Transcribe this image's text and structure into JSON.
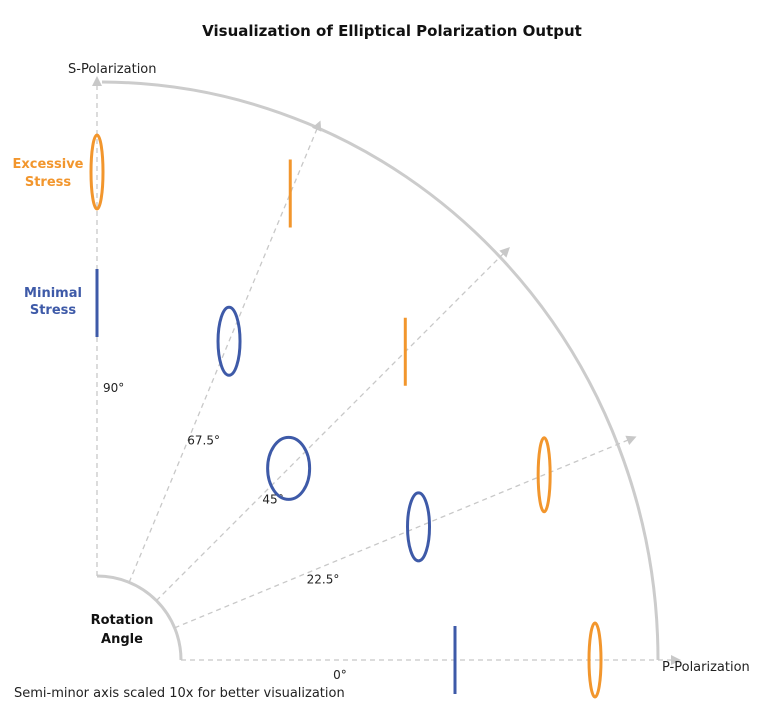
{
  "title": "Visualization of Elliptical Polarization Output",
  "axes": {
    "vertical_label": "S-Polarization",
    "horizontal_label": "P-Polarization"
  },
  "center_label": [
    "Rotation",
    "Angle"
  ],
  "footnote": "Semi-minor axis scaled 10x for better visualization",
  "legend": {
    "excessive": {
      "lines": [
        "Excessive",
        "Stress"
      ],
      "color": "#F2962D"
    },
    "minimal": {
      "lines": [
        "Minimal",
        "Stress"
      ],
      "color": "#3E5AA8"
    }
  },
  "colors": {
    "excessive": "#F2962D",
    "minimal": "#3E5AA8",
    "arc": "#CCCCCC",
    "ray": "#C8C8C8"
  },
  "rays": [
    {
      "angle_deg": 0,
      "label": "0°",
      "minimal": {
        "shape": "line"
      },
      "excessive": {
        "shape": "ellipse"
      }
    },
    {
      "angle_deg": 22.5,
      "label": "22.5°",
      "minimal": {
        "shape": "ellipse"
      },
      "excessive": {
        "shape": "ellipse"
      }
    },
    {
      "angle_deg": 45,
      "label": "45°",
      "minimal": {
        "shape": "circle"
      },
      "excessive": {
        "shape": "line"
      }
    },
    {
      "angle_deg": 67.5,
      "label": "67.5°",
      "minimal": {
        "shape": "ellipse"
      },
      "excessive": {
        "shape": "line"
      }
    },
    {
      "angle_deg": 90,
      "label": "90°",
      "minimal": {
        "shape": "line"
      },
      "excessive": {
        "shape": "ellipse"
      }
    }
  ]
}
